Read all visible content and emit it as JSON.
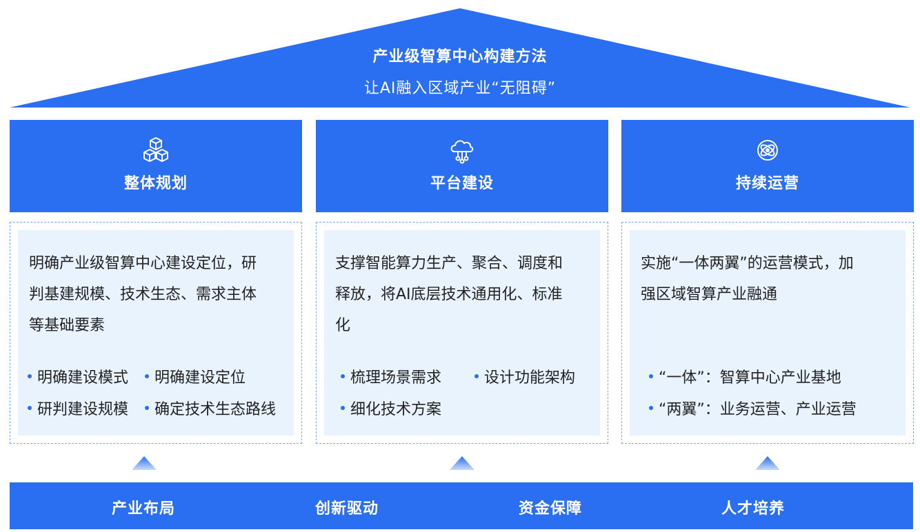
{
  "roof": {
    "title": "产业级智算中心构建方法",
    "subtitle": "让AI融入区域产业“无阻碍”"
  },
  "colors": {
    "primary": "#2a6ef1",
    "panel_bg": "#e9f3fd",
    "panel_border": "#7ea6ec"
  },
  "pillars": [
    {
      "icon": "cubes-icon",
      "name": "整体规划",
      "desc_lines": [
        "明确产业级智算中心建设定位，研",
        "判基建规模、技术生态、需求主体",
        "等基础要素"
      ],
      "bullets": [
        "明确建设模式",
        "明确建设定位",
        "研判建设规模",
        "确定技术生态路线"
      ]
    },
    {
      "icon": "cloud-network-icon",
      "name": "平台建设",
      "desc_lines": [
        "支撑智能算力生产、聚合、调度和",
        "释放，将AI底层技术通用化、标准",
        "化"
      ],
      "bullets": [
        "梳理场景需求",
        "设计功能架构",
        "细化技术方案"
      ]
    },
    {
      "icon": "orbit-icon",
      "name": "持续运营",
      "desc_lines": [
        "实施“一体两翼”的运营模式，加",
        "强区域智算产业融通"
      ],
      "bullets": [
        "“一体”：智算中心产业基地",
        "“两翼”：业务运营、产业运营"
      ]
    }
  ],
  "foundation": {
    "items": [
      "产业布局",
      "创新驱动",
      "资金保障",
      "人才培养"
    ]
  }
}
